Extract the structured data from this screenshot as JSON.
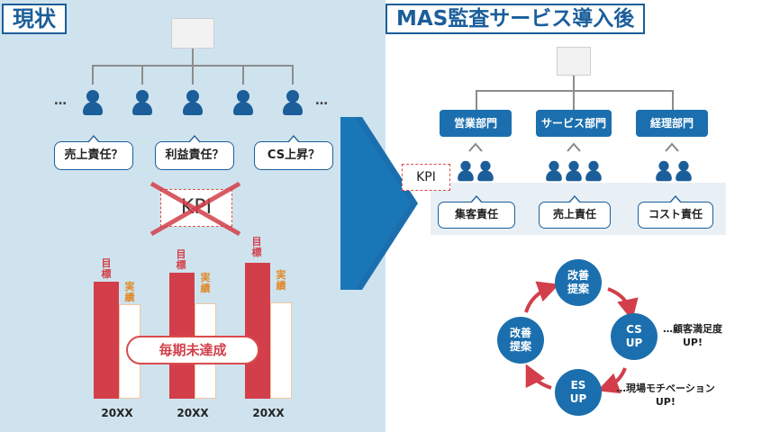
{
  "left": {
    "title": "現状",
    "ellipsis": "…",
    "bubbles": [
      "売上責任？",
      "利益責任？",
      "CS上昇？"
    ],
    "kpi_crossed": "KPI",
    "bars": [
      {
        "target_label": "目標",
        "actual_label": "実績",
        "year": "20XX"
      },
      {
        "target_label": "目標",
        "actual_label": "実績",
        "year": "20XX"
      },
      {
        "target_label": "目標",
        "actual_label": "実績",
        "year": "20XX"
      }
    ],
    "pill": "毎期未達成"
  },
  "right": {
    "title": "MAS監査サービス導入後",
    "departments": [
      "営業部門",
      "サービス部門",
      "経理部門"
    ],
    "kpi_label": "KPI",
    "responsibilities": [
      "集客責任",
      "売上責任",
      "コスト責任"
    ],
    "cycle": {
      "top": "改善\n提案",
      "left": "改善\n提案",
      "right": "CS\nUP",
      "bottom": "ES\nUP"
    },
    "note_right_line1": "…顧客満足度",
    "note_right_line2": "UP!",
    "note_bottom_line1": "…現場モチベーション",
    "note_bottom_line2": "UP!"
  },
  "colors": {
    "primary_blue": "#1b6fae",
    "accent_red": "#d23f4a",
    "accent_orange": "#e08a2a",
    "left_bg": "#cfe3ee"
  }
}
